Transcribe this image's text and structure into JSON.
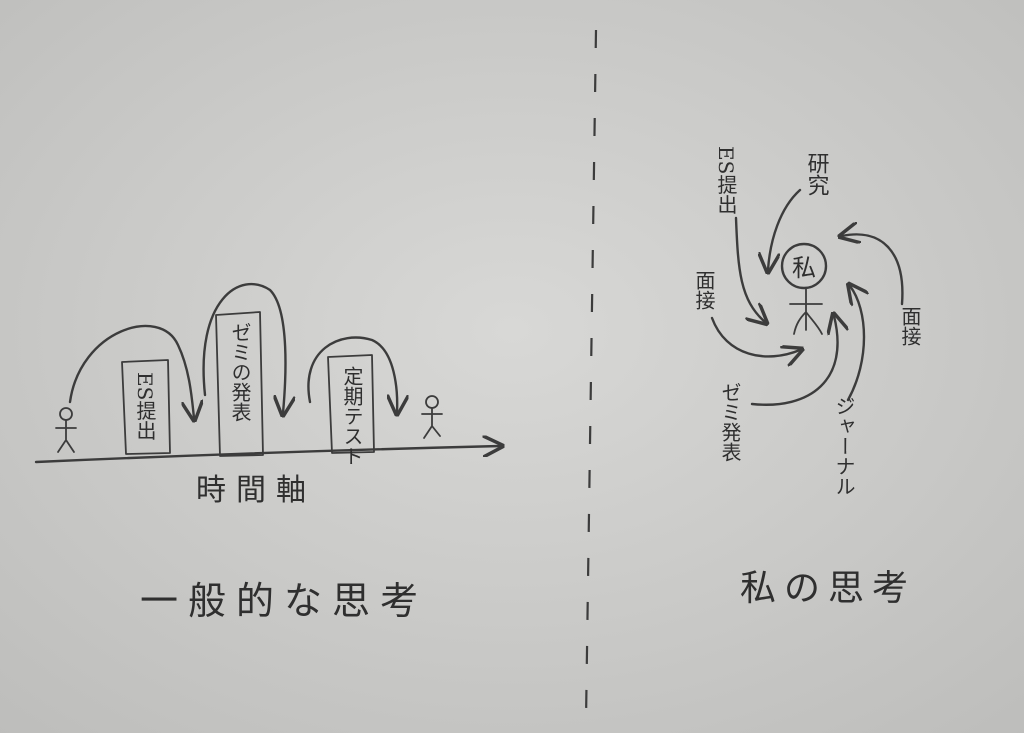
{
  "left_panel": {
    "time_axis_label": "時間軸",
    "caption": "一般的な思考",
    "pillars": [
      "ES提出",
      "ゼミの発表",
      "定期テスト"
    ]
  },
  "right_panel": {
    "center_label": "私",
    "caption": "私の思考",
    "influences": [
      "ES提出",
      "研究",
      "面接",
      "面接",
      "ゼミ発表",
      "ジャーナル"
    ]
  },
  "colors": {
    "paper": "#cfcfcd",
    "pencil": "#3c3c3c"
  }
}
